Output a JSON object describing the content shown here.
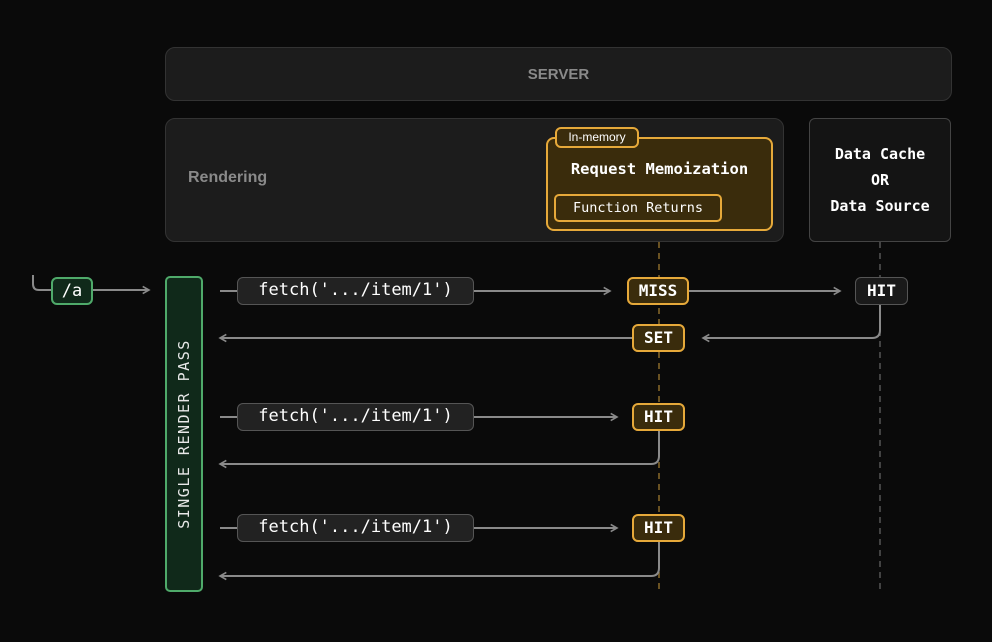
{
  "server": {
    "label": "SERVER"
  },
  "rendering": {
    "label": "Rendering"
  },
  "memoization": {
    "badge": "In-memory",
    "title": "Request Memoization",
    "store_label": "Function Returns"
  },
  "data_cache": {
    "line1": "Data Cache",
    "line2": "OR",
    "line3": "Data Source"
  },
  "render_pass": {
    "label": "SINGLE RENDER PASS"
  },
  "route": {
    "label": "/a"
  },
  "requests": [
    {
      "call": "fetch('.../item/1')",
      "memo_status": "MISS",
      "set_label": "SET",
      "cache_status": "HIT"
    },
    {
      "call": "fetch('.../item/1')",
      "memo_status": "HIT"
    },
    {
      "call": "fetch('.../item/1')",
      "memo_status": "HIT"
    }
  ],
  "colors": {
    "accent_gold": "#e6a93a",
    "accent_green": "#4faa6a",
    "wire": "#8a8a8a",
    "background": "#0a0a0a"
  }
}
